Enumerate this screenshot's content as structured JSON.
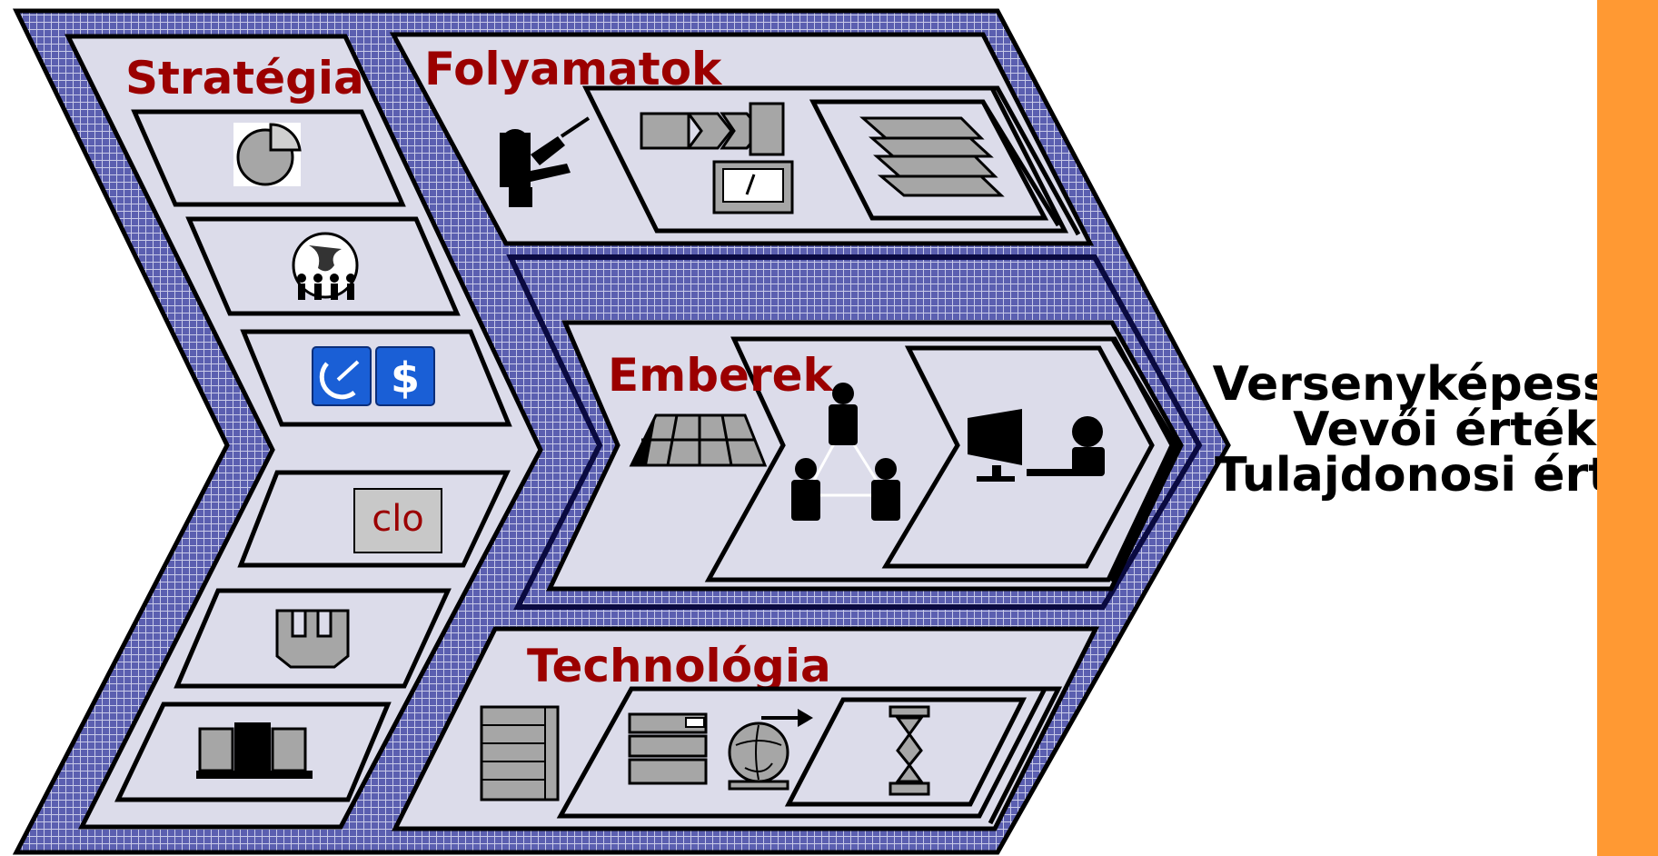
{
  "colors": {
    "frame": "#5b5fb0",
    "panel": "#dcdcea",
    "label": "#9b0000",
    "accent_bar": "#ff9933",
    "icon_blue": "#1a5fd6"
  },
  "sections": {
    "strategy": "Stratégia",
    "processes": "Folyamatok",
    "people": "Emberek",
    "technology": "Technológia"
  },
  "strategy_icons": [
    {
      "name": "pie-chart-icon"
    },
    {
      "name": "globe-people-icon"
    },
    {
      "name": "satellite-dollar-icon"
    },
    {
      "name": "clo-icon",
      "label": "clo"
    },
    {
      "name": "castle-icon"
    },
    {
      "name": "buildings-icon"
    }
  ],
  "outcomes": [
    "Versenyképesség",
    "Vevői érték",
    "Tulajdonosi érték"
  ]
}
